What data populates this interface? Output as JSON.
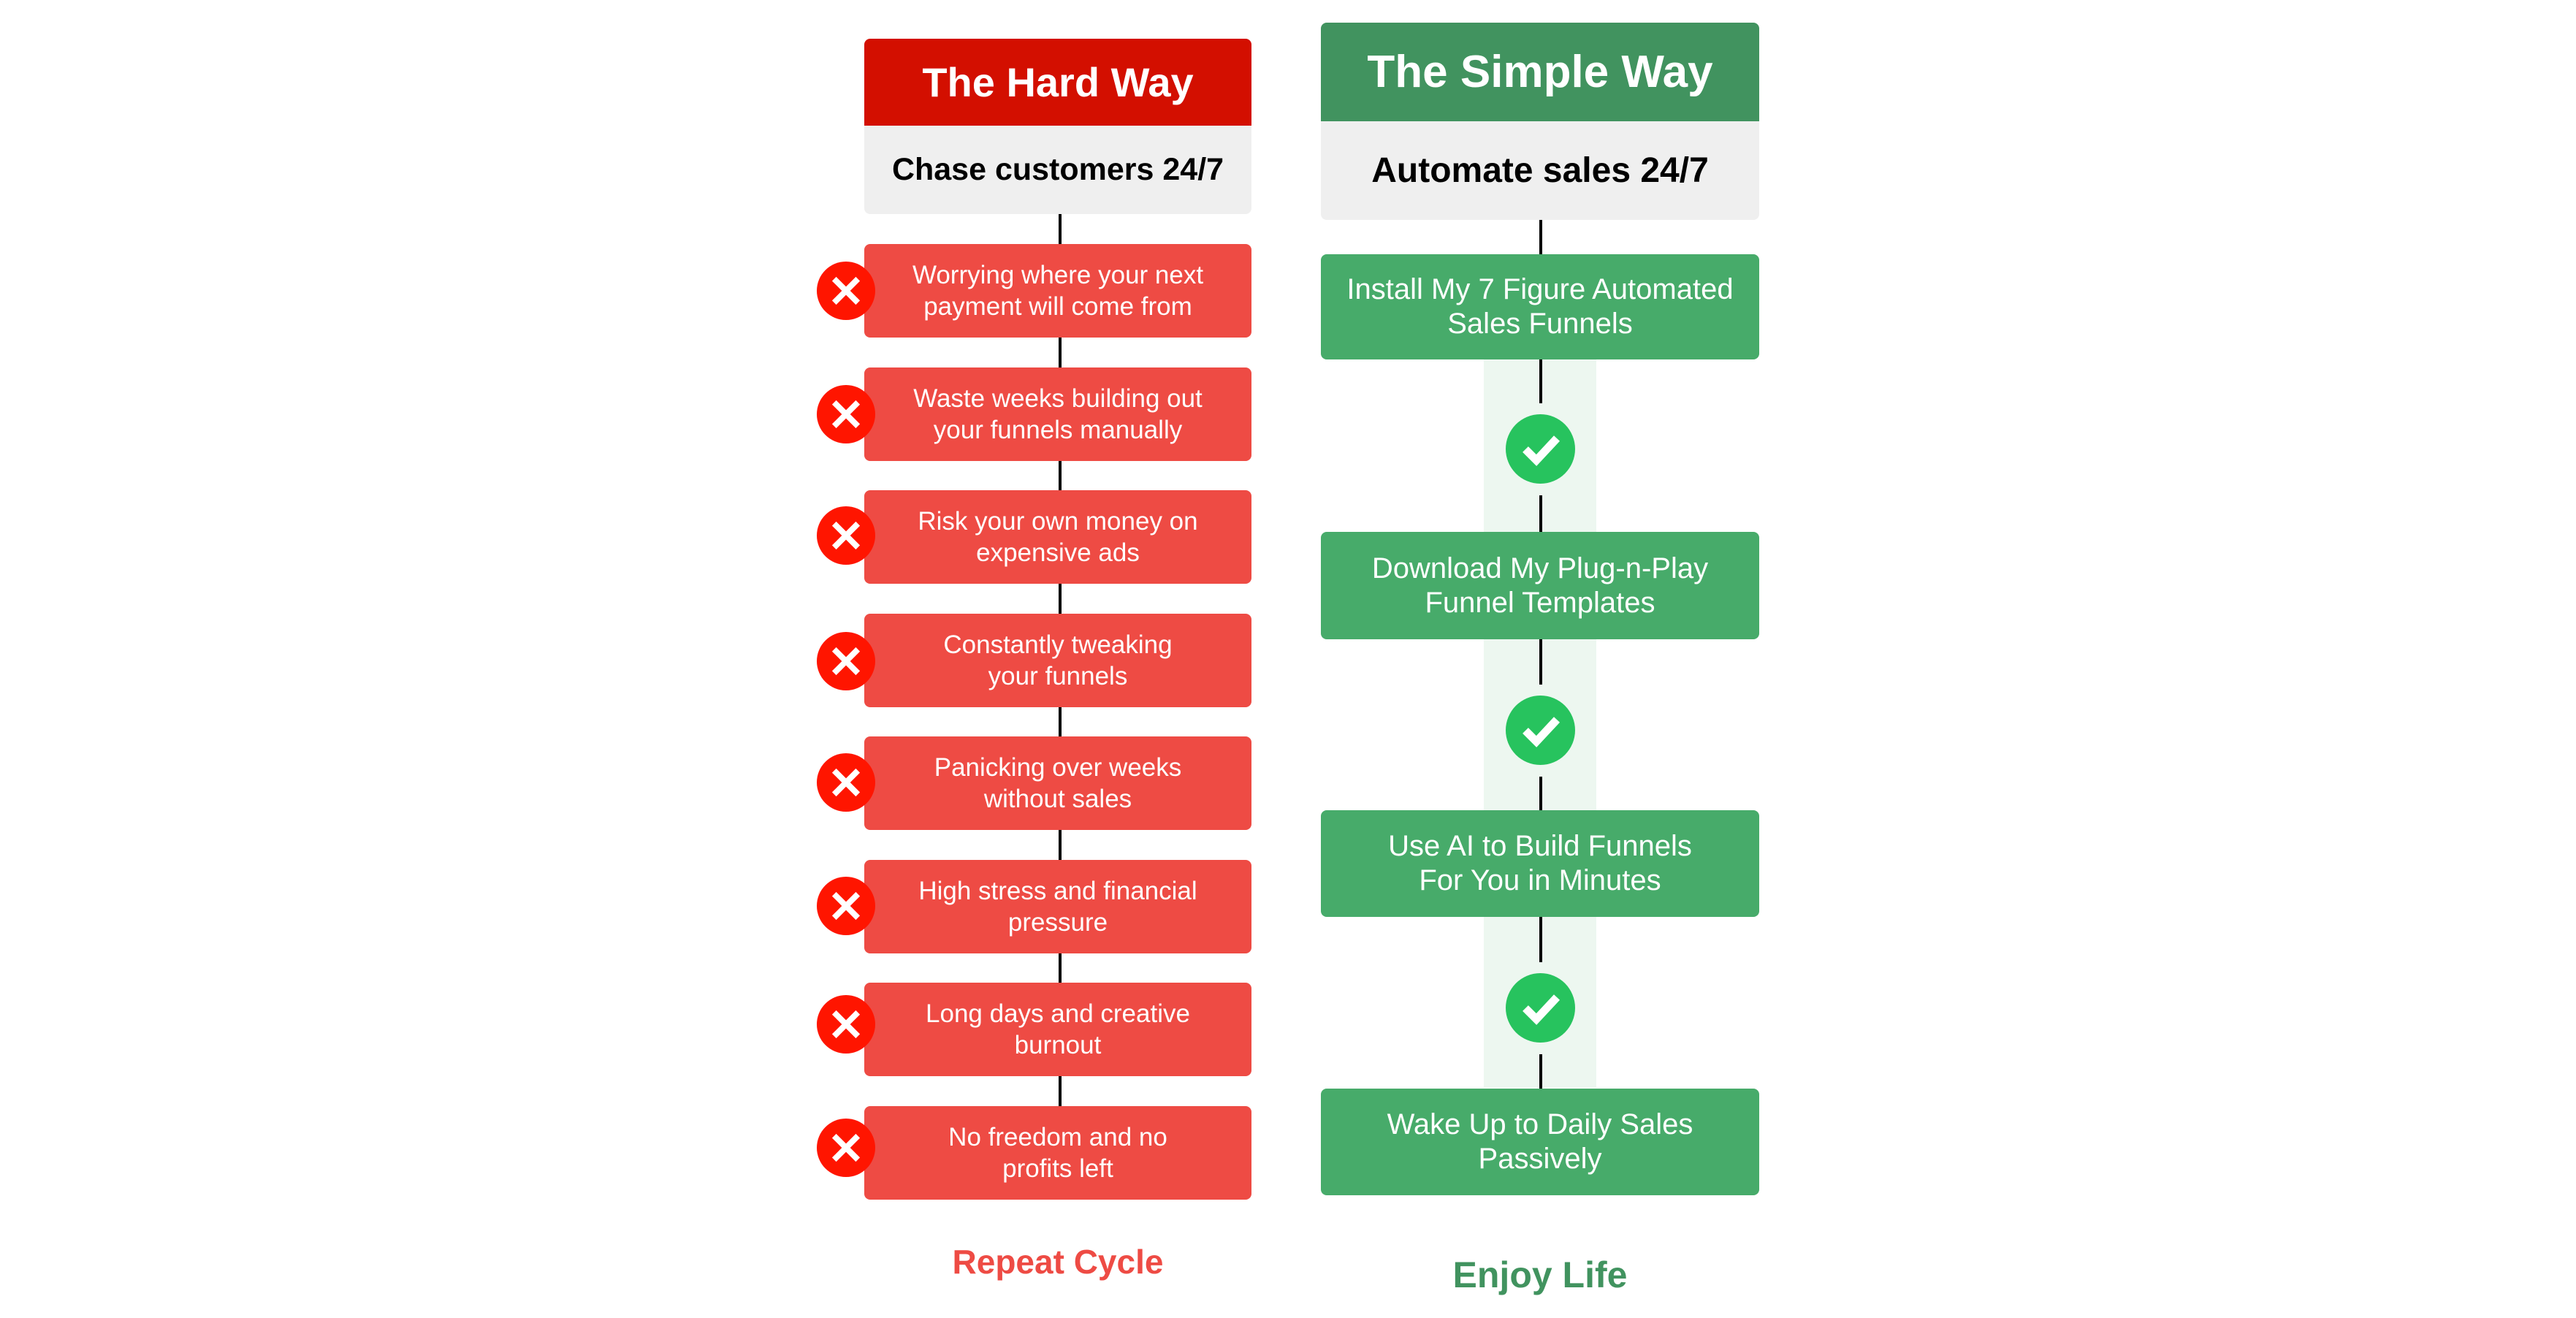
{
  "hard_way": {
    "title": "The Hard Way",
    "subtitle": "Chase customers 24/7",
    "steps": [
      "Worrying where your next\npayment will come from",
      "Waste weeks building out\nyour funnels manually",
      "Risk your own money on\nexpensive ads",
      "Constantly tweaking\nyour funnels",
      "Panicking over weeks\nwithout sales",
      "High stress and financial\npressure",
      "Long days and creative\nburnout",
      "No freedom and no\nprofits left"
    ],
    "step_icon": "x-circle-icon",
    "footer": "Repeat Cycle"
  },
  "simple_way": {
    "title": "The Simple Way",
    "subtitle": "Automate sales 24/7",
    "steps": [
      "Install My 7 Figure Automated\nSales Funnels",
      "Download My Plug-n-Play\nFunnel Templates",
      "Use AI to Build Funnels\nFor You in Minutes",
      "Wake Up to Daily Sales\nPassively"
    ],
    "connector_icon": "check-circle-icon",
    "footer": "Enjoy Life"
  },
  "colors": {
    "hard_header": "#d30f00",
    "hard_item": "#ee4b44",
    "hard_icon": "#ff1500",
    "simple_header": "#41935f",
    "simple_item": "#47ab6a",
    "simple_icon": "#27c35e",
    "subtitle_bg": "#efefef"
  }
}
